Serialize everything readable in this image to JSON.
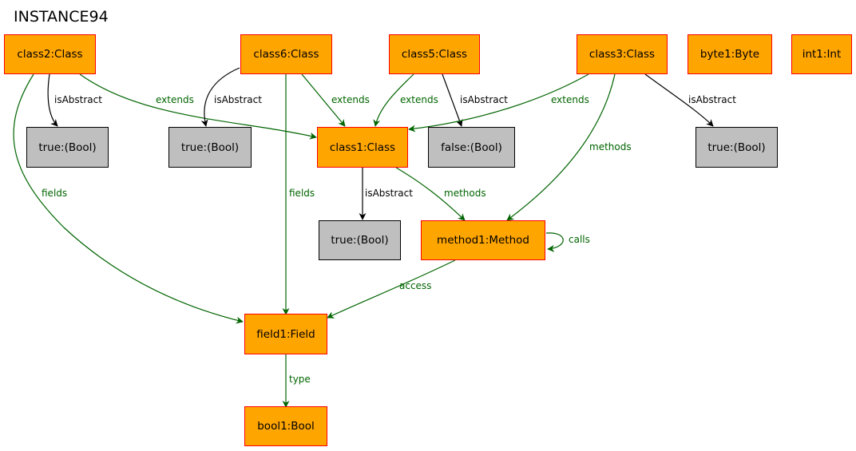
{
  "title": "INSTANCE94",
  "colors": {
    "object_fill": "#ffa500",
    "object_border": "#ff0000",
    "value_fill": "#bfbfbf",
    "value_border": "#000000",
    "relation": "#006400",
    "attribute": "#000000"
  },
  "nodes": {
    "class2": "class2:Class",
    "class6": "class6:Class",
    "class5": "class5:Class",
    "class3": "class3:Class",
    "byte1": "byte1:Byte",
    "int1": "int1:Int",
    "class1": "class1:Class",
    "method1": "method1:Method",
    "field1": "field1:Field",
    "bool1": "bool1:Bool",
    "v_class2": "true:(Bool)",
    "v_class6": "true:(Bool)",
    "v_class5": "false:(Bool)",
    "v_class3": "true:(Bool)",
    "v_class1": "true:(Bool)"
  },
  "edge_labels": {
    "isAbstract": "isAbstract",
    "extends": "extends",
    "fields": "fields",
    "methods": "methods",
    "calls": "calls",
    "access": "access",
    "type": "type"
  }
}
